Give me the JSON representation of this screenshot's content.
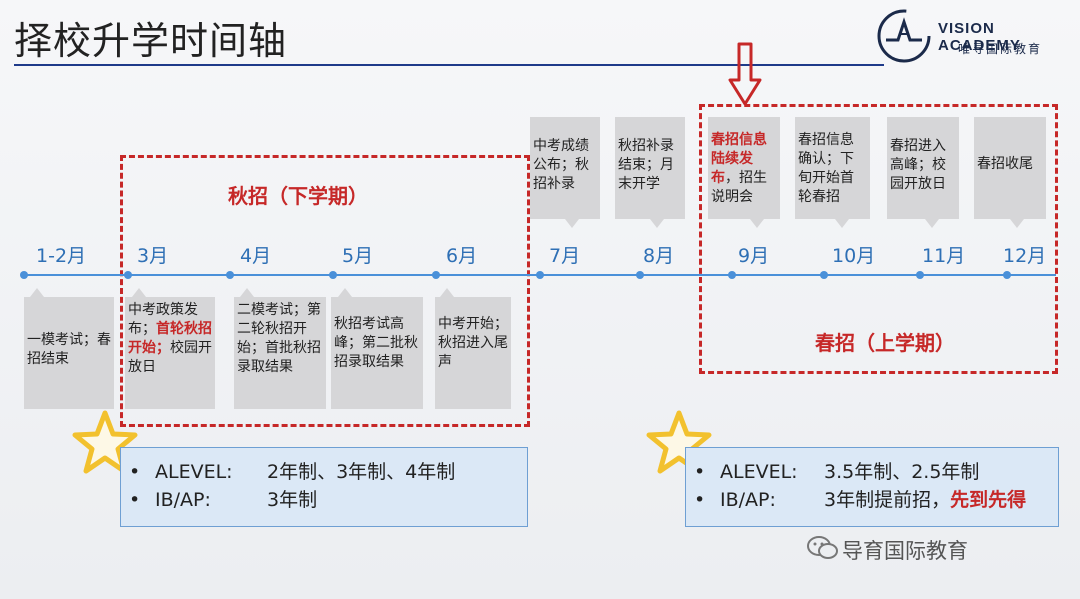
{
  "title": "择校升学时间轴",
  "brand": {
    "name_en": "VISION ACADEMY",
    "name_zh": "唯寻国际教育"
  },
  "regions": {
    "autumn": {
      "label": "秋招（下学期）"
    },
    "spring": {
      "label": "春招（上学期）"
    }
  },
  "months": [
    "1-2月",
    "3月",
    "4月",
    "5月",
    "6月",
    "7月",
    "8月",
    "9月",
    "10月",
    "11月",
    "12月"
  ],
  "cards_below": [
    {
      "text": "一模考试；春招结束"
    },
    {
      "line1": "中考政策发布；",
      "highlight": "首轮秋招开始；",
      "line2": "校园开放日"
    },
    {
      "text": "二模考试；第二轮秋招开始；首批秋招录取结果"
    },
    {
      "text": "秋招考试高峰；第二批秋招录取结果"
    },
    {
      "text": "中考开始；秋招进入尾声"
    }
  ],
  "cards_above": [
    {
      "text": "中考成绩公布；秋招补录"
    },
    {
      "text": "秋招补录结束；月末开学"
    },
    {
      "highlight": "春招信息陆续发布",
      "line2": "，招生说明会"
    },
    {
      "text": "春招信息确认；下旬开始首轮春招"
    },
    {
      "text": "春招进入高峰；校园开放日"
    },
    {
      "text": "春招收尾"
    }
  ],
  "info_autumn": [
    {
      "label": "ALEVEL:",
      "value": "2年制、3年制、4年制"
    },
    {
      "label": "IB/AP:",
      "value": "3年制"
    }
  ],
  "info_spring": [
    {
      "label": "ALEVEL:",
      "value": "3.5年制、2.5年制"
    },
    {
      "label": "IB/AP:",
      "value": "3年制提前招，",
      "highlight": "先到先得"
    }
  ],
  "bullet": "•",
  "watermark": "导育国际教育",
  "colors": {
    "accent_red": "#c62828",
    "axis_blue": "#4a90d9",
    "card_gray": "#d6d6d8",
    "info_bg": "#dbe8f6",
    "star": "#f2c12e"
  }
}
